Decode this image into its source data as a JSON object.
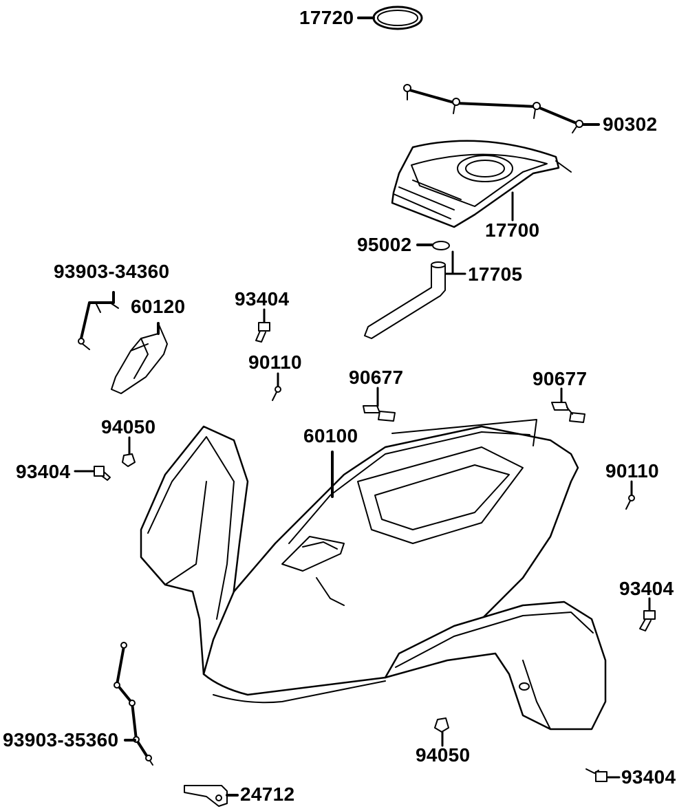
{
  "diagram": {
    "labels": {
      "gasket_ring": "17720",
      "screw_top": "90302",
      "tank_cover": "17700",
      "cap_95002": "95002",
      "breather_tube": "17705",
      "screw_set_upper": "93903-34360",
      "bracket_60120": "60120",
      "bolt_upper": "93404",
      "screw_upper": "90110",
      "clip_left": "90677",
      "clip_right": "90677",
      "nut_left": "94050",
      "front_fender": "60100",
      "bolt_left": "93404",
      "screw_right": "90110",
      "bolt_right": "93404",
      "screw_set_lower": "93903-35360",
      "nut_bottom": "94050",
      "bolt_bottom": "93404",
      "stay_24712": "24712"
    },
    "colors": {
      "line": "#000000",
      "background": "#ffffff",
      "part_fill": "#ffffff"
    }
  }
}
